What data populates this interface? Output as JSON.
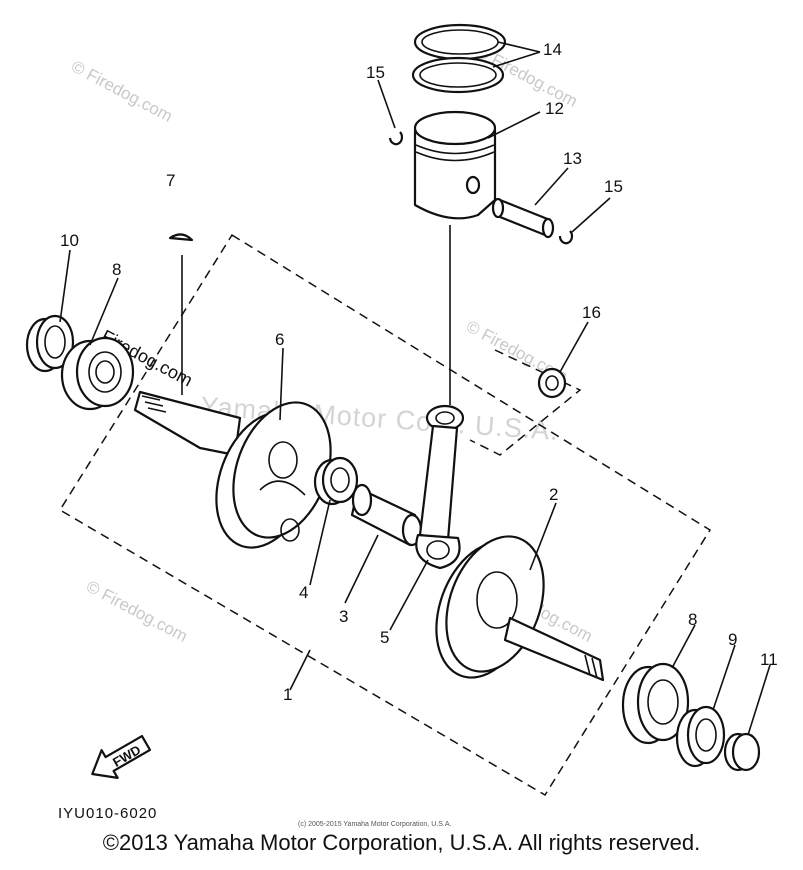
{
  "watermarks": {
    "firedog": "© Firedog.com",
    "firedog_short": "Firedog.com",
    "corp": "Yamaha Motor Corp. U.S.A."
  },
  "labels": {
    "p1": "1",
    "p2": "2",
    "p3": "3",
    "p4": "4",
    "p5": "5",
    "p6": "6",
    "p7": "7",
    "p8a": "8",
    "p8b": "8",
    "p9": "9",
    "p10": "10",
    "p11": "11",
    "p12": "12",
    "p13": "13",
    "p14": "14",
    "p15a": "15",
    "p15b": "15",
    "p16": "16"
  },
  "fwd_label": "FWD",
  "diagram_code": "IYU010-6020",
  "small_copyright": "(c) 2005-2015 Yamaha Motor Corporation, U.S.A.",
  "copyright": "©2013 Yamaha Motor Corporation, U.S.A. All rights reserved."
}
